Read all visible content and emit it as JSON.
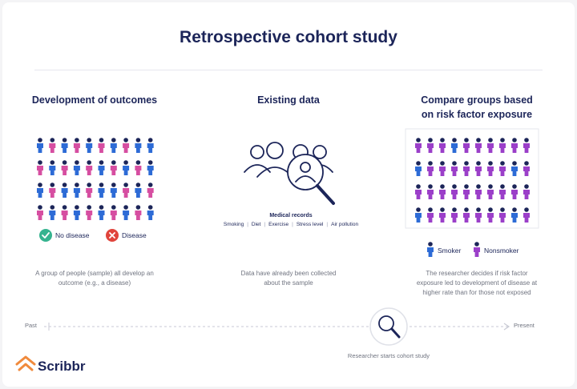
{
  "title": "Retrospective cohort study",
  "columns": {
    "left": {
      "heading": "Development of outcomes",
      "legend_no_disease": "No disease",
      "legend_disease": "Disease",
      "description_line1": "A group of people (sample) all develop an",
      "description_line2": "outcome (e.g., a disease)"
    },
    "middle": {
      "heading": "Existing data",
      "records_title": "Medical records",
      "records_items": [
        "Smoking",
        "Diet",
        "Exercise",
        "Stress level",
        "Air pollution"
      ],
      "description_line1": "Data have already been collected",
      "description_line2": "about the sample"
    },
    "right": {
      "heading_line1": "Compare groups based",
      "heading_line2": "on risk factor exposure",
      "legend_smoker": "Smoker",
      "legend_nonsmoker": "Nonsmoker",
      "description_line1": "The researcher decides if risk factor",
      "description_line2": "exposure led to development of disease at",
      "description_line3": "higher rate than for those not exposed"
    }
  },
  "timeline": {
    "past": "Past",
    "present": "Present",
    "event": "Researcher starts cohort study"
  },
  "brand": {
    "name": "Scribbr"
  },
  "colors": {
    "navy": "#1c2559",
    "blue": "#2d6bd6",
    "pink": "#d64ea1",
    "purple": "#9b3fc9",
    "green": "#35b38f",
    "red": "#e0443c",
    "orange": "#f08a3c"
  },
  "icons": {
    "no_disease": "check-circle-icon",
    "disease": "x-circle-icon",
    "records": "magnifier-people-icon",
    "timeline_event": "magnifier-icon",
    "logo": "scribbr-logo-icon"
  }
}
